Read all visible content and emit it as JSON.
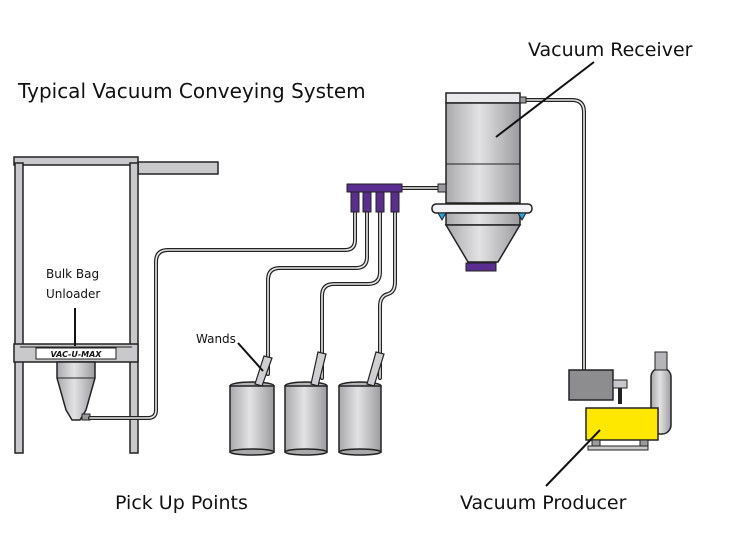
{
  "title": "Typical Vacuum Conveying System",
  "labels": {
    "vacuum_receiver": "Vacuum Receiver",
    "bulk_bag_unloader_line1": "Bulk Bag",
    "bulk_bag_unloader_line2": "Unloader",
    "brand_plate": "VAC-U-MAX",
    "wands": "Wands",
    "pick_up_points": "Pick Up Points",
    "vacuum_producer": "Vacuum Producer"
  },
  "colors": {
    "equipment_gray": "#c9c9cb",
    "equipment_dark": "#9a9a9c",
    "manifold_purple": "#5a2d91",
    "producer_yellow": "#ffe800",
    "valve_blue": "#29a3dc",
    "outline": "#222222"
  }
}
